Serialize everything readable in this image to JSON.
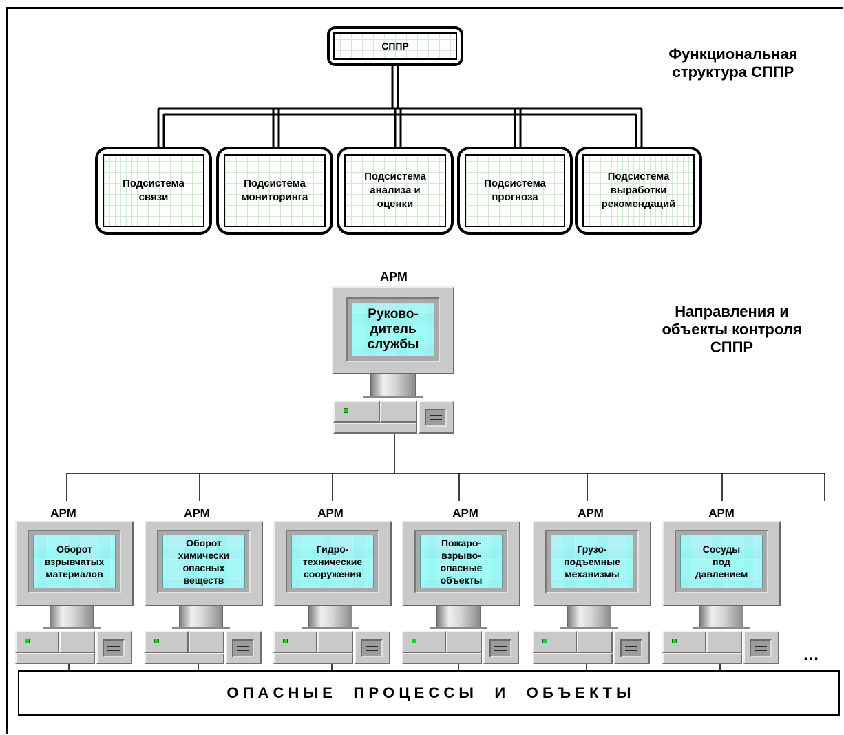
{
  "root_node": "СППР",
  "section_titles": {
    "functional": "Функциональная\nструктура СППР",
    "directions": "Направления и\nобъекты контроля\nСППР"
  },
  "subsystems": [
    "Подсистема\nсвязи",
    "Подсистема\nмониторинга",
    "Подсистема\nанализа и\nоценки",
    "Подсистема\nпрогноза",
    "Подсистема\nвыработки\nрекомендаций"
  ],
  "workstation_label": "АРМ",
  "head_workstation": "Руково-\nдитель\nслужбы",
  "workstations": [
    "Оборот\nвзрывчатых\nматериалов",
    "Оборот\nхимически\nопасных\nвеществ",
    "Гидро-\nтехнические\nсооружения",
    "Пожаро-\nвзрыво-\nопасные\nобъекты",
    "Грузо-\nподъемные\nмеханизмы",
    "Сосуды\nпод\nдавлением"
  ],
  "continuation": "…",
  "bottom_box": "О П А С Н Ы Е     П Р О Ц Е С С Ы     И     О Б Ъ Е К Т Ы"
}
